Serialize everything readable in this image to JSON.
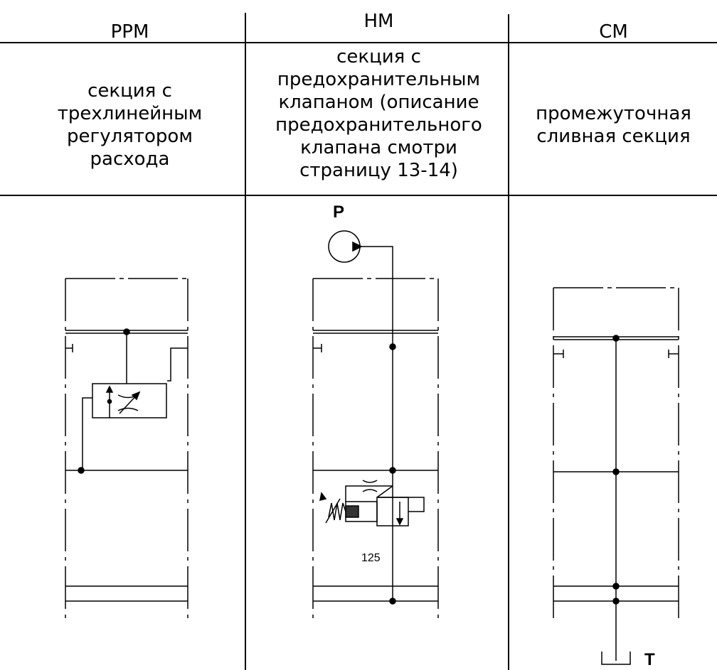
{
  "columns": [
    {
      "code": "PPM",
      "description": "секция с\nтрехлинейным\nрегулятором\nрасхода"
    },
    {
      "code": "HM",
      "description": "секция с\nпредохранительным\nклапаном (описание\nпредохранительного\nклапана смотри\nстраницу 13-14)"
    },
    {
      "code": "CM",
      "description": "промежуточная\nсливная секция"
    }
  ],
  "diagram": {
    "pressure_port_label": "P",
    "tank_port_label": "T",
    "relief_valve_setting": "125"
  }
}
